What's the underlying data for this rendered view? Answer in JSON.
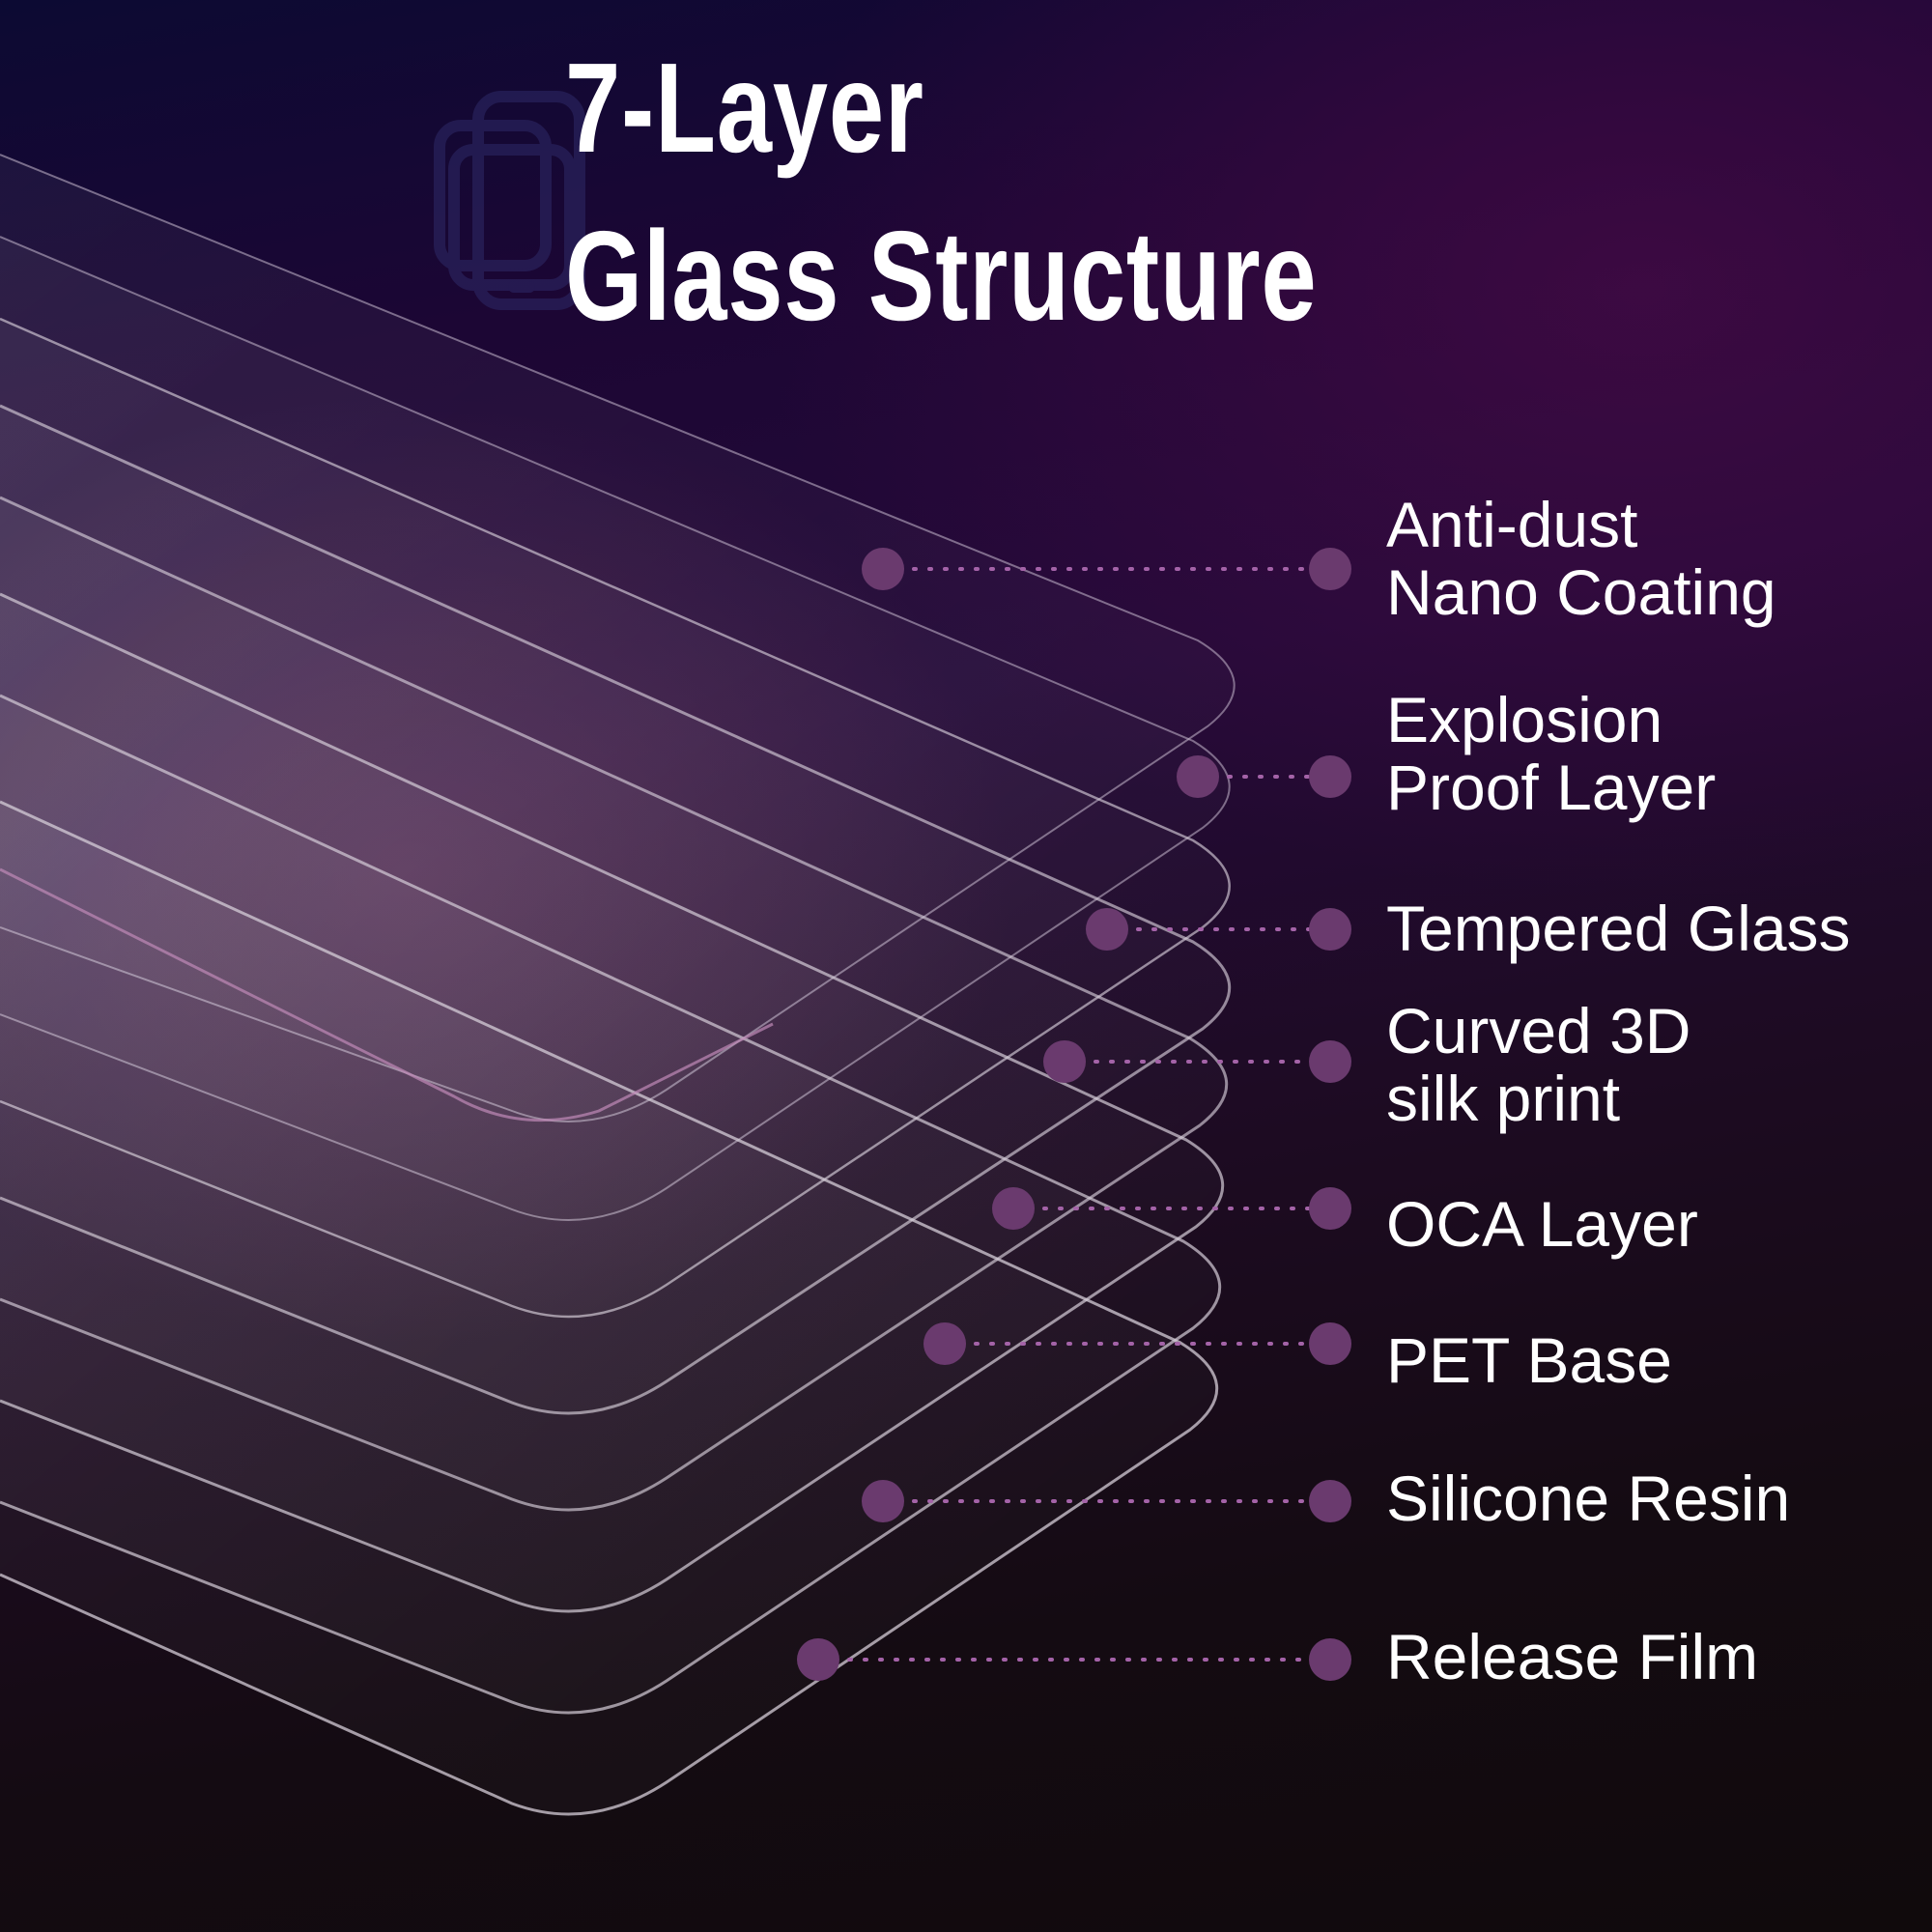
{
  "title": {
    "line1": "7-Layer",
    "line2": "Glass Structure"
  },
  "layers": [
    {
      "line1": "Anti-dust",
      "line2": "Nano Coating"
    },
    {
      "line1": "Explosion",
      "line2": "Proof Layer"
    },
    {
      "line1": "Tempered Glass",
      "line2": ""
    },
    {
      "line1": "Curved 3D",
      "line2": "silk print"
    },
    {
      "line1": "OCA Layer",
      "line2": ""
    },
    {
      "line1": "PET Base",
      "line2": ""
    },
    {
      "line1": "Silicone Resin",
      "line2": ""
    },
    {
      "line1": "Release Film",
      "line2": ""
    }
  ],
  "icons": {
    "watermark": "phone-layers-icon"
  },
  "colors": {
    "dot": "#6a3a6e",
    "dotted_line": "#a463a8",
    "title_text": "#ffffff",
    "label_text": "#ffffff",
    "sheet_edge": "#d8d0d8",
    "background_top": "#0c0a33",
    "background_bottom": "#100a0c"
  }
}
